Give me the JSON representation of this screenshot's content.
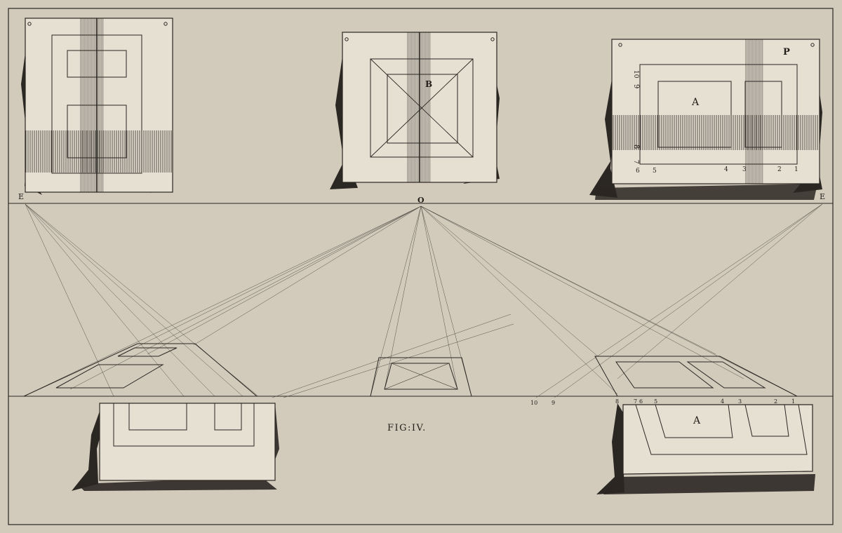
{
  "figure": {
    "caption": "FIG:IV.",
    "labels": {
      "eye_left": "E",
      "eye_right": "E",
      "origin": "O",
      "square_b": "B",
      "room_a_top": "A",
      "room_a_bottom": "A",
      "sheet_p": "P"
    },
    "top_right_numbers": {
      "bottom_row": [
        "6",
        "5",
        "4",
        "3",
        "2",
        "1"
      ],
      "side_column": [
        "10",
        "9",
        "8",
        "7"
      ]
    },
    "bottom_right_numbers": [
      "10",
      "9",
      "8",
      "7",
      "6",
      "5",
      "4",
      "3",
      "2",
      "1"
    ]
  },
  "colors": {
    "paper": "#d2cbbc",
    "sheet": "#e6e0d2",
    "ink": "#2a2622"
  }
}
